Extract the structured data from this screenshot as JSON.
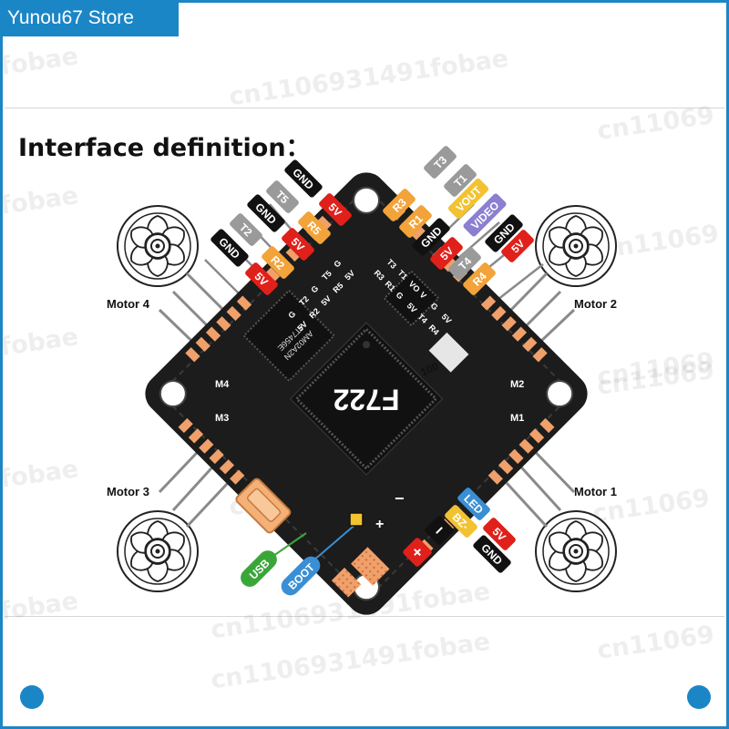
{
  "store": {
    "name": "Yunou67 Store"
  },
  "watermarks": [
    "fobae",
    "cn1106931491fobae",
    "cn11069",
    "fobae",
    "cn11069",
    "cn1106931491fobae",
    "fobae",
    "cn11069",
    "cn1106931491fobae",
    "cn11069",
    "fobae",
    "cn1106931491fobae",
    "cn11069",
    "fobae",
    "cn1106931491fobae",
    "cn11069"
  ],
  "title": "Interface definition：",
  "motors": {
    "m1": "Motor 1",
    "m2": "Motor 2",
    "m3": "Motor 3",
    "m4": "Motor 4"
  },
  "board": {
    "model": "F722",
    "chip_text": "AT7456E",
    "chip_code": "AM02A2N",
    "sticker": "100",
    "pads": {
      "m1": "M1",
      "m2": "M2",
      "m3": "M3",
      "m4": "M4"
    },
    "top_left_pins_row1": [
      "G",
      "T2",
      "G",
      "T5",
      "G"
    ],
    "top_left_pins_row2": [
      "5V",
      "R2",
      "5V",
      "R5",
      "5V"
    ],
    "top_right_pins_row1": [
      "T3",
      "T1",
      "VO",
      "V",
      "G",
      "5V"
    ],
    "top_right_pins_row2": [
      "R3",
      "R1",
      "G",
      "5V",
      "T4",
      "R4"
    ],
    "power_minus": "−",
    "power_plus": "+"
  },
  "left_labels": {
    "col1": [
      "GND",
      "5V"
    ],
    "col2": [
      "GND",
      "T5",
      "5V",
      "R5"
    ],
    "col3": [
      "GND",
      "T2",
      "5V",
      "R2"
    ],
    "col4": [
      "GND",
      "5V"
    ]
  },
  "right_labels": {
    "col1": [
      "T3",
      "R3",
      "R1",
      "GND",
      "5V"
    ],
    "col2": [
      "T1",
      "VOUT",
      "VIDEO",
      "GND",
      "T4",
      "R4",
      "5V"
    ]
  },
  "bottom_labels": {
    "power_plus": "+",
    "power_minus": "−",
    "led": "LED",
    "bz": "BZ-",
    "fivev": "5V",
    "gnd": "GND",
    "usb": "USB",
    "boot": "BOOT"
  },
  "colors": {
    "accent": "#1b86c6",
    "red": "#e0201a",
    "black": "#111111",
    "gray": "#9a9a9a",
    "orange": "#f2a33a",
    "yellow": "#f2c230",
    "violet": "#8a7fd1",
    "blue": "#3a8fd4",
    "green": "#3aa63a",
    "board": "#1c1c1c",
    "pad": "#f0a06a"
  }
}
